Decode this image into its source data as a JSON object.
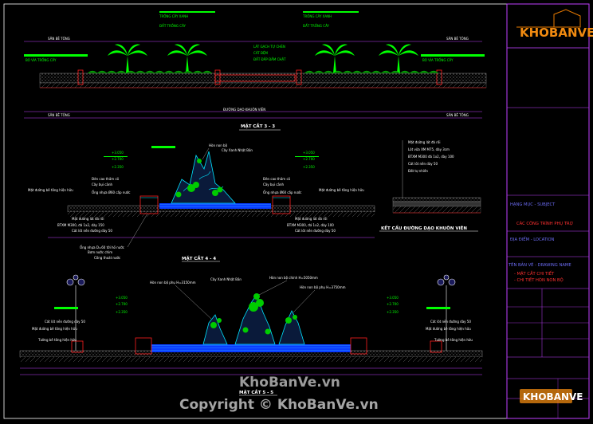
{
  "section_1": {
    "title": "MẶT CẮT 3 - 3",
    "left_outer_label": "SÂN BÊ TÔNG",
    "right_outer_label": "SÂN BÊ TÔNG",
    "left_bottom_label": "SÂN BÊ TÔNG",
    "right_bottom_label": "SÂN BÊ TÔNG",
    "center_bottom_label": "ĐƯỜNG DẠO KHUÔN VIÊN",
    "left_curb_note": "BÓ VỈA TRỒNG CÂY",
    "right_curb_note": "BÓ VỈA TRỒNG CÂY",
    "left_tree_note_1": "TRỒNG CÂY XANH",
    "left_tree_note_2": "ĐẤT TRỒNG CÂY",
    "right_tree_note_1": "TRỒNG CÂY XANH",
    "right_tree_note_2": "ĐẤT TRỒNG CÂY",
    "center_note_1": "LÁT GẠCH TỰ CHÈN",
    "center_note_2": "CÁT ĐỆM",
    "center_note_3": "ĐẤT ĐẮP ĐẦM CHẶT"
  },
  "section_2": {
    "title": "MẶT CẮT 4 - 4",
    "center_label": "Hòn non bộ",
    "tree_label": "Cây Xanh Nhật Bản",
    "left_levels": [
      "+3.050",
      "+2.700",
      "+2.350"
    ],
    "right_levels": [
      "+3.050",
      "+2.700",
      "+2.350"
    ],
    "left_notes": [
      "Mặt đường bê tông hiện hữu",
      "Đèn cao thảm cỏ",
      "Cây bụi cảnh",
      "Ống nhựa Ø60 cấp nước",
      "Mặt đường lát đá rối"
    ],
    "left_layers": [
      "BTXM M300, đá 1x2, dày 150",
      "Cát lót nền đường dày 50"
    ],
    "right_notes": [
      "Mặt đường bê tông hiện hữu",
      "Đèn cao thảm cỏ",
      "Cây bụi cảnh",
      "Ống nhựa Ø60 cấp nước",
      "Mặt đường lát đá rối"
    ],
    "right_layers": [
      "BTXM M300, đá 1x2, dày 100",
      "Cát lót nền đường dày 50"
    ],
    "bottom_notes": [
      "Ống nhựa D=60 tới hồ nước",
      "Bơm nước chìm",
      "Cống thoát nước"
    ]
  },
  "detail": {
    "title": "KẾT CẤU ĐƯỜNG DẠO KHUÔN VIÊN",
    "layers": [
      "Mặt đường lát đá rối",
      "Lót vữa XM M75, dày 3cm",
      "BTXM M300 đá 1x2, dày 100",
      "Cát lót nền dày 50",
      "Đất tự nhiên"
    ]
  },
  "section_3": {
    "title": "MẶT CẮT 5 - 5",
    "center_label_1": "Hòn non bộ phụ H=3150mm",
    "center_label_2": "Cây Xanh Nhật Bản",
    "center_label_3": "Hòn non bộ chính H=5050mm",
    "center_label_4": "Hòn non bộ phụ H=3750mm",
    "left_levels": [
      "+3.050",
      "+2.700",
      "+2.350"
    ],
    "right_levels": [
      "+3.050",
      "+2.700",
      "+2.350"
    ],
    "left_notes": [
      "Cát lót nền đường dày 50",
      "Mặt đường bê tông hiện hữu",
      "Tường bê tông hiện hữu"
    ],
    "right_notes": [
      "Cát lót nền đường dày 50",
      "Mặt đường bê tông hiện hữu",
      "Tường bê tông hiện hữu"
    ]
  },
  "title_block": {
    "subject_label": "HẠNG MỤC - SUBJECT",
    "subject_value": "CÁC CÔNG TRÌNH PHỤ TRỢ",
    "location_label": "ĐỊA ĐIỂM - LOCATION",
    "drawing_name_label": "TÊN BẢN VẼ - DRAWING NAME",
    "drawing_name_1": "- MẶT CẮT CHI TIẾT",
    "drawing_name_2": "- CHI TIẾT HÒN NON BỘ"
  },
  "watermark": {
    "logo_text": "KHOBANVE",
    "center_text": "KhoBanVe.vn",
    "copyright_text": "Copyright © KhoBanVe.vn"
  },
  "colors": {
    "background": "#000000",
    "green": "#00ff00",
    "red": "#ff2020",
    "cyan": "#00e5ff",
    "purple": "#c040ff",
    "blue": "#1060ff",
    "white": "#ffffff"
  }
}
